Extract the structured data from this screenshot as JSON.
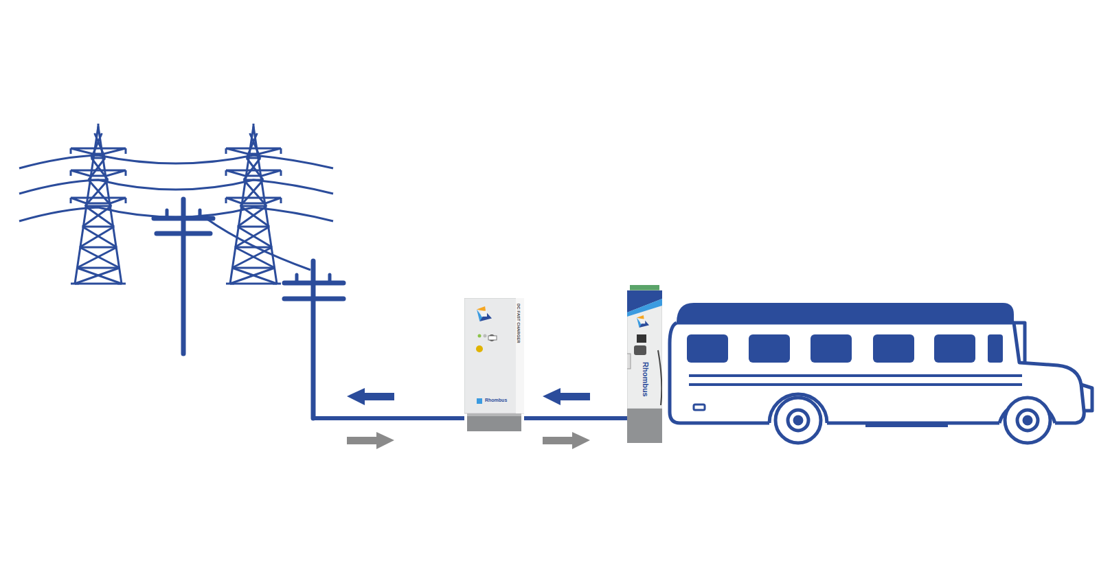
{
  "diagram": {
    "nodes": [
      {
        "text": [
          "DC FAST CHARGER",
          "Rhombus"
        ]
      },
      {
        "text": [
          "Rhombus"
        ]
      }
    ],
    "edges": [
      {
        "from": 1,
        "to": 0,
        "arrow": "none"
      }
    ]
  }
}
